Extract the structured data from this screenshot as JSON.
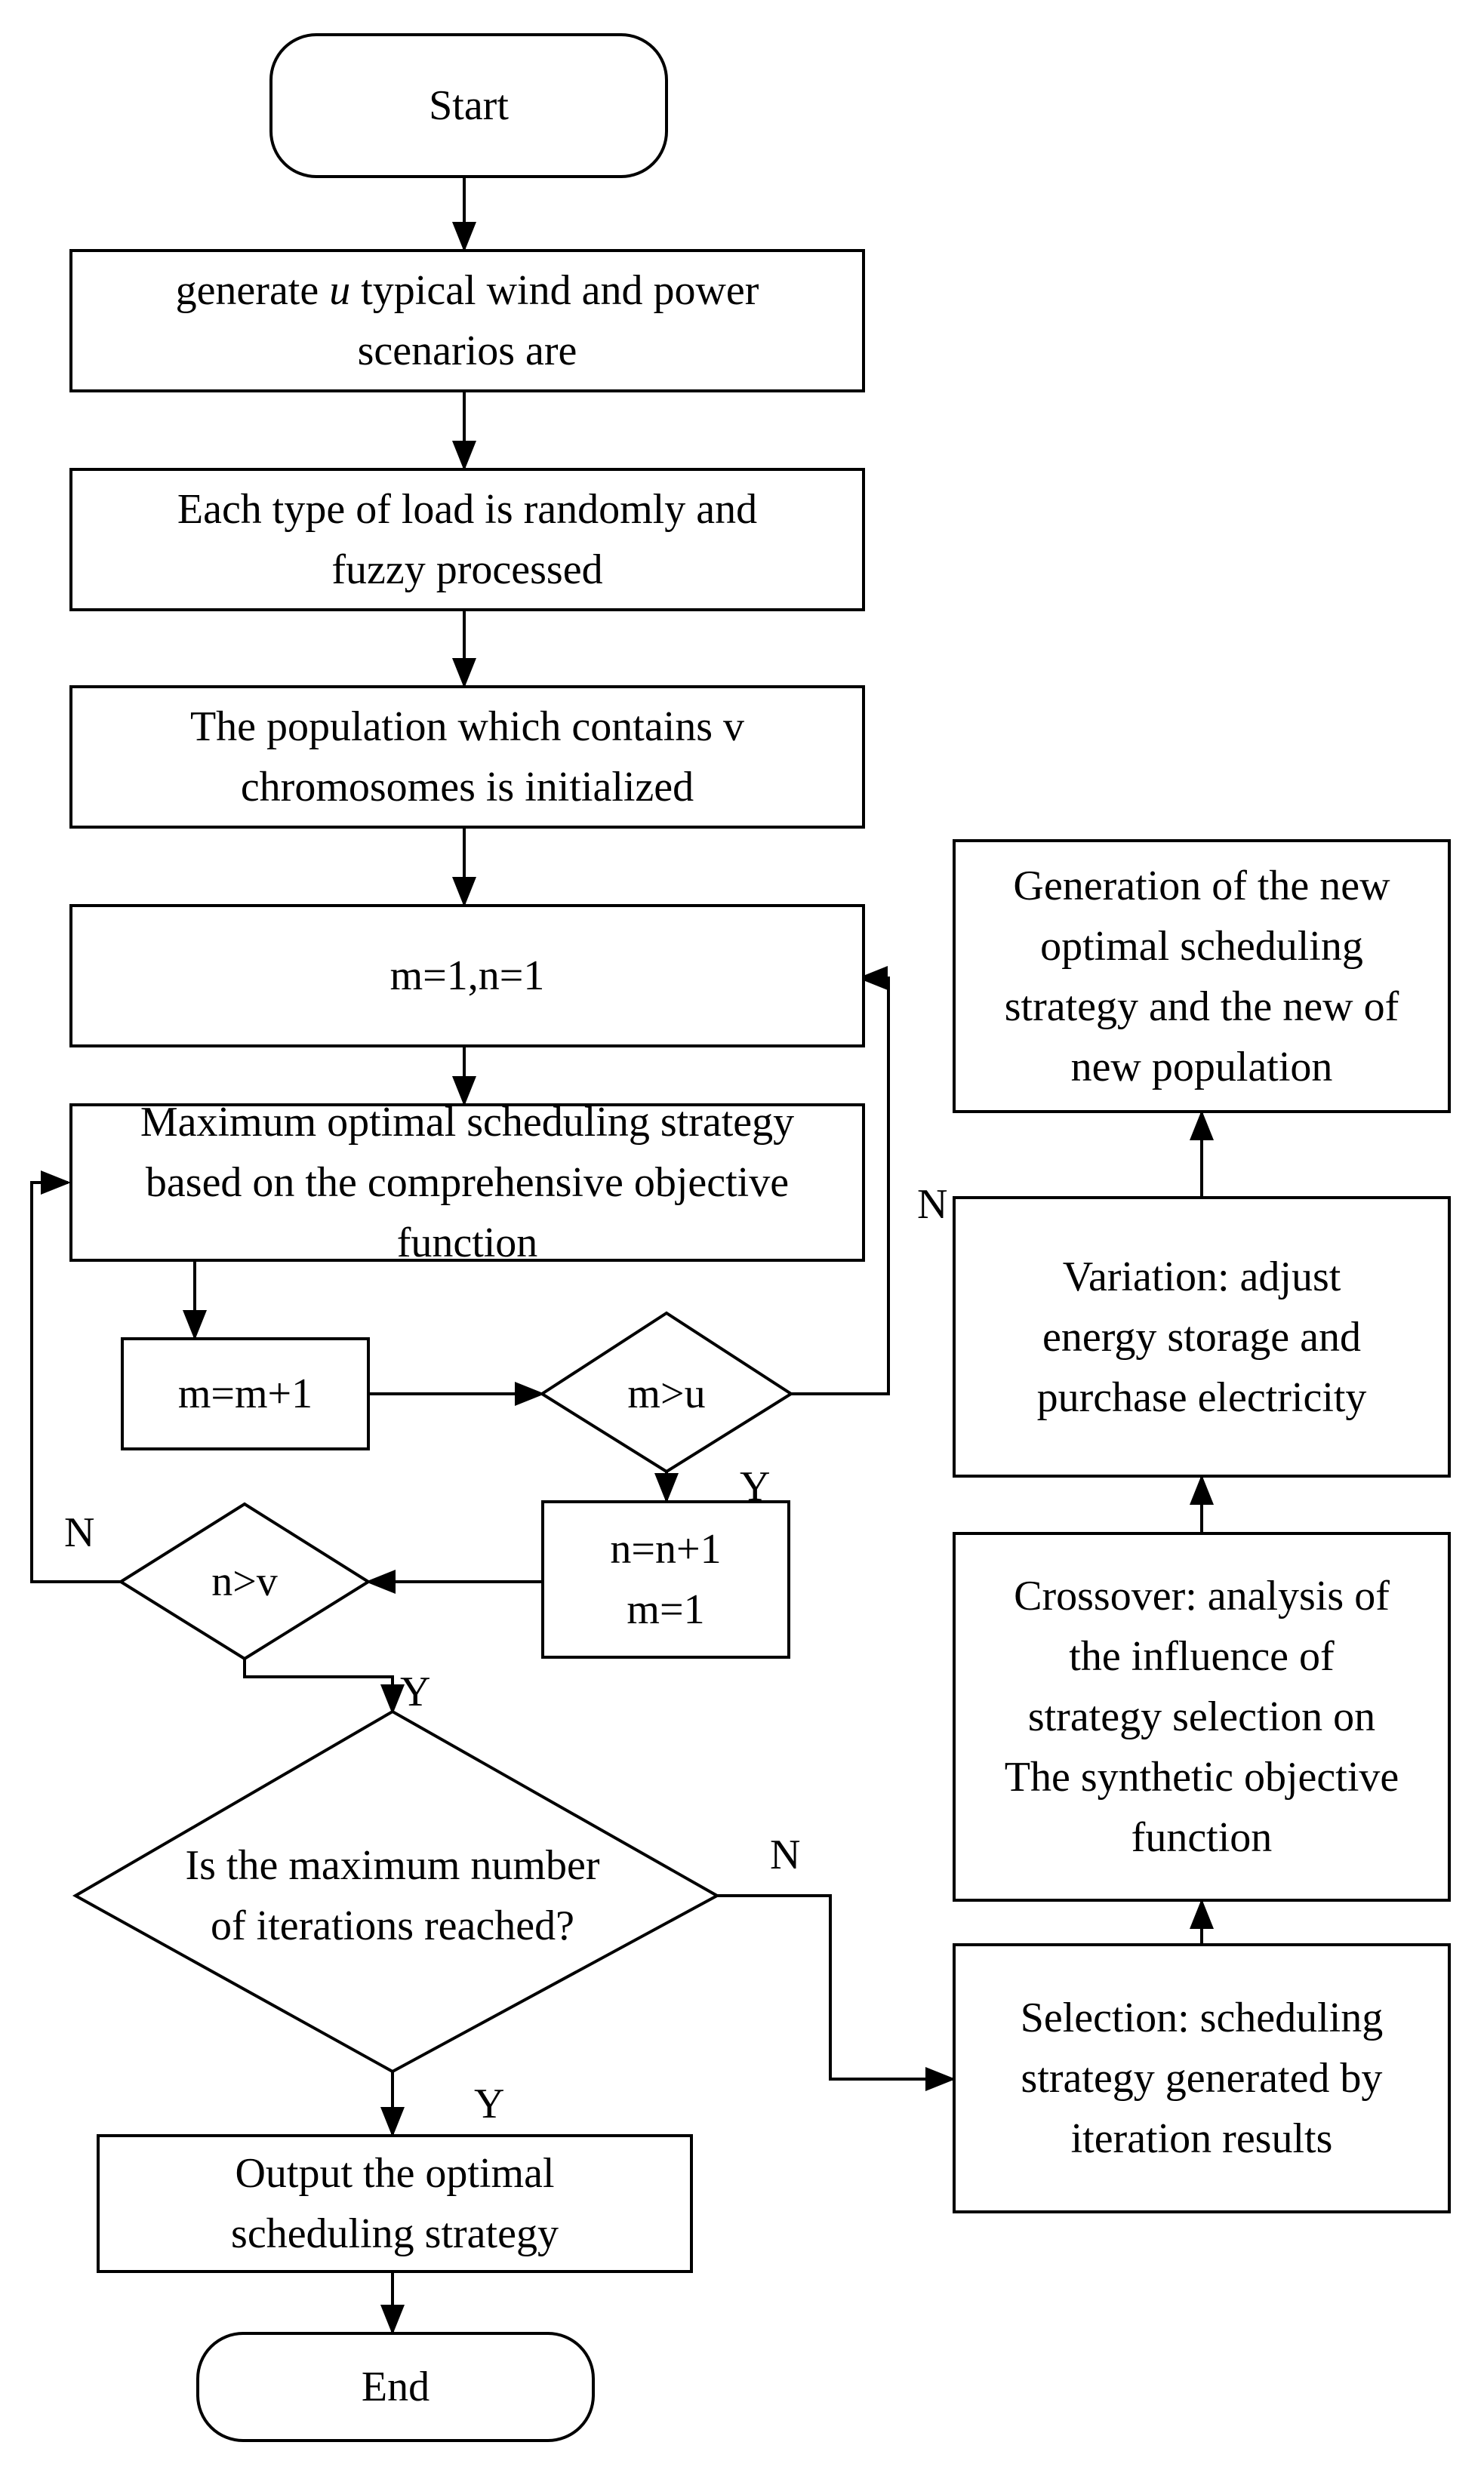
{
  "nodes": {
    "start": "Start",
    "generate_pre": "generate ",
    "generate_var": "u",
    "generate_post": " typical wind and power\nscenarios are",
    "load": "Each type of load is randomly and\nfuzzy processed",
    "population": "The population which contains v\nchromosomes is initialized",
    "init_mn": "m=1,n=1",
    "max_strategy": "Maximum optimal scheduling strategy\nbased on the comprehensive objective\nfunction",
    "m_inc": "m=m+1",
    "m_gt_u": "m>u",
    "n_inc": "n=n+1\nm=1",
    "n_gt_v": "n>v",
    "max_iter": "Is the maximum number\nof iterations reached?",
    "output": "Output the optimal\nscheduling strategy",
    "end": "End",
    "selection": "Selection: scheduling\nstrategy generated by\niteration results",
    "crossover": "Crossover: analysis of\nthe influence of\nstrategy selection on\nThe synthetic objective\nfunction",
    "variation": "Variation: adjust\nenergy storage and\npurchase electricity",
    "generation": "Generation of the new\noptimal scheduling\nstrategy and the new of\nnew  population"
  },
  "edge_labels": {
    "mu_no": "N",
    "mu_yes": "Y",
    "nv_no": "N",
    "nv_yes": "Y",
    "iter_no": "N",
    "iter_yes": "Y"
  },
  "style": {
    "line_color": "#000000",
    "fill": "#ffffff"
  }
}
